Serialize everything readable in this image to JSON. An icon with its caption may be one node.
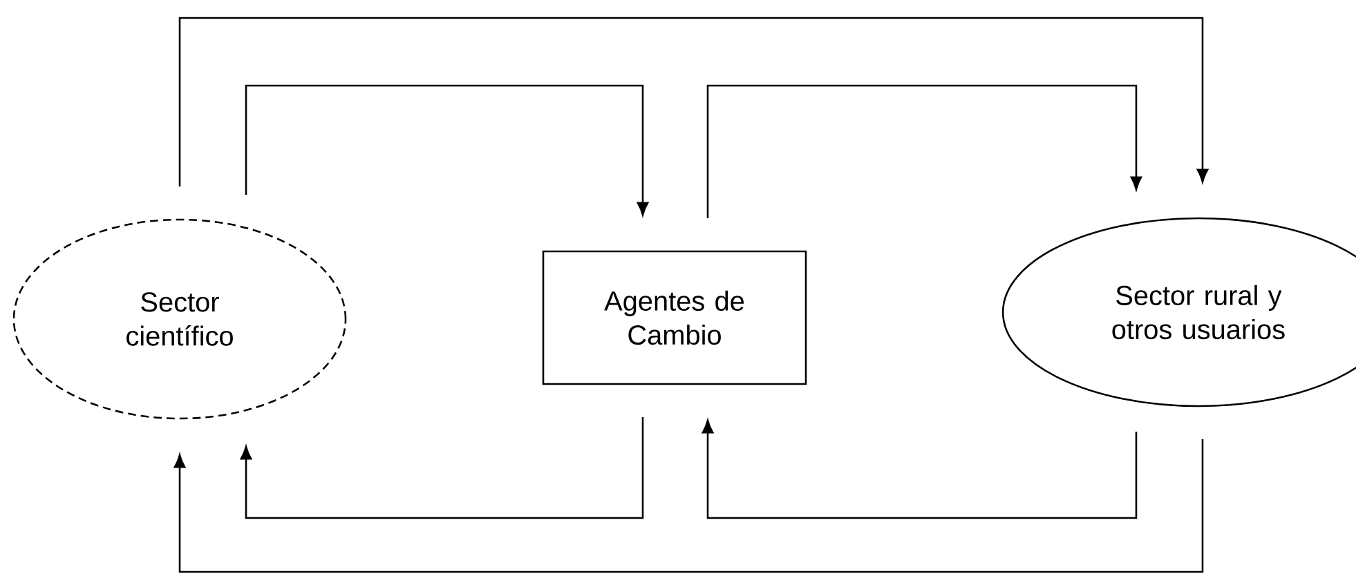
{
  "diagram": {
    "nodes": [
      {
        "text": [
          "Sector científico"
        ]
      },
      {
        "text": [
          "Agentes de Cambio"
        ]
      },
      {
        "text": [
          "Sector rural y otros usuarios"
        ]
      }
    ],
    "edges": [
      {
        "from": 0,
        "to": 2,
        "arrow": "to"
      },
      {
        "from": 0,
        "to": 1,
        "arrow": "to"
      },
      {
        "from": 1,
        "to": 2,
        "arrow": "to"
      },
      {
        "from": 2,
        "to": 1,
        "arrow": "to"
      },
      {
        "from": 1,
        "to": 0,
        "arrow": "to"
      },
      {
        "from": 2,
        "to": 0,
        "arrow": "to"
      }
    ]
  }
}
